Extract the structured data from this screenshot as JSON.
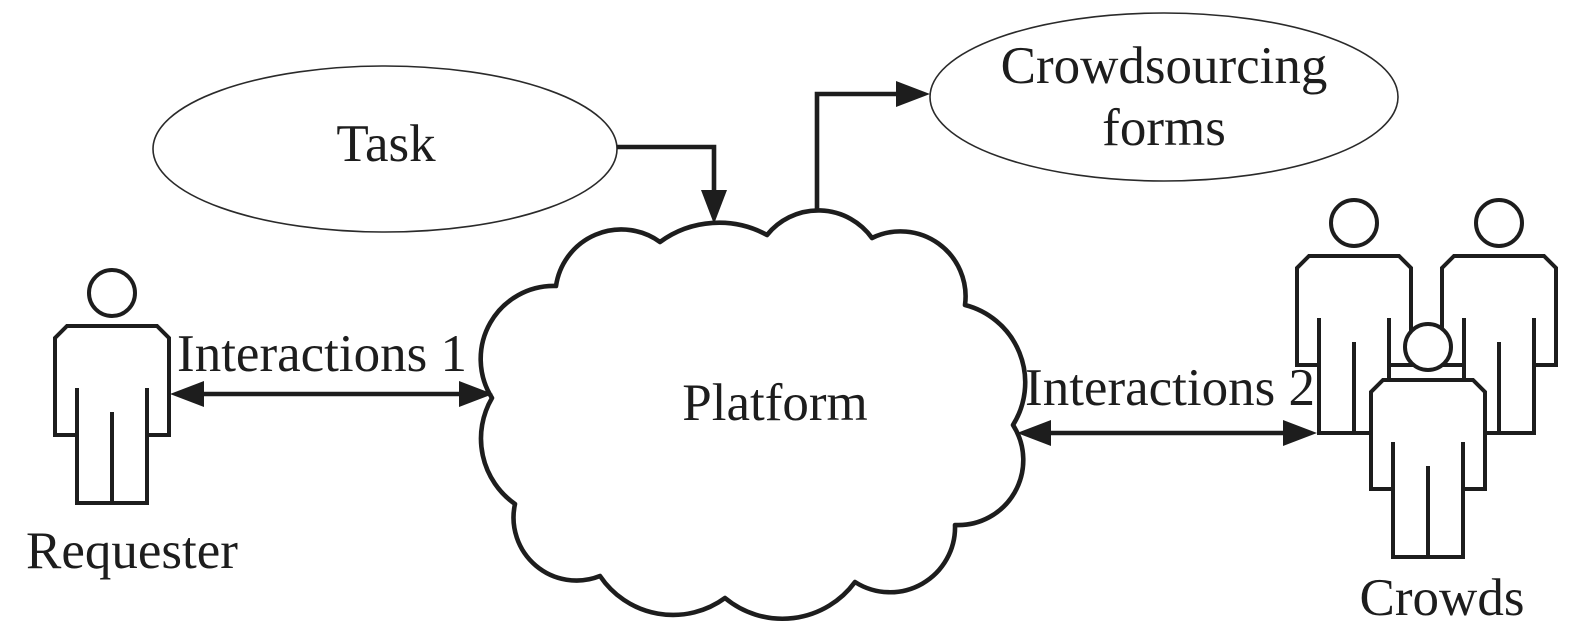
{
  "diagram": {
    "background_color": "#ffffff",
    "line_color": "#1d1d1d",
    "nodes": {
      "task": {
        "label": "Task",
        "shape": "ellipse"
      },
      "crowdsourcing_forms": {
        "label_lines": [
          "Crowdsourcing",
          "forms"
        ],
        "shape": "ellipse"
      },
      "platform": {
        "label": "Platform",
        "shape": "cloud"
      },
      "requester": {
        "label": "Requester",
        "shape": "person-figure"
      },
      "crowds": {
        "label": "Crowds",
        "shape": "person-group",
        "figure_count": 3
      }
    },
    "edges": {
      "task_to_platform": {
        "direction": "one-way",
        "style": "elbow-arrow"
      },
      "platform_to_forms": {
        "direction": "one-way",
        "style": "elbow-arrow"
      },
      "interactions_1": {
        "label": "Interactions 1",
        "direction": "two-way",
        "style": "straight-arrow"
      },
      "interactions_2": {
        "label": "Interactions 2",
        "direction": "two-way",
        "style": "straight-arrow"
      }
    }
  }
}
